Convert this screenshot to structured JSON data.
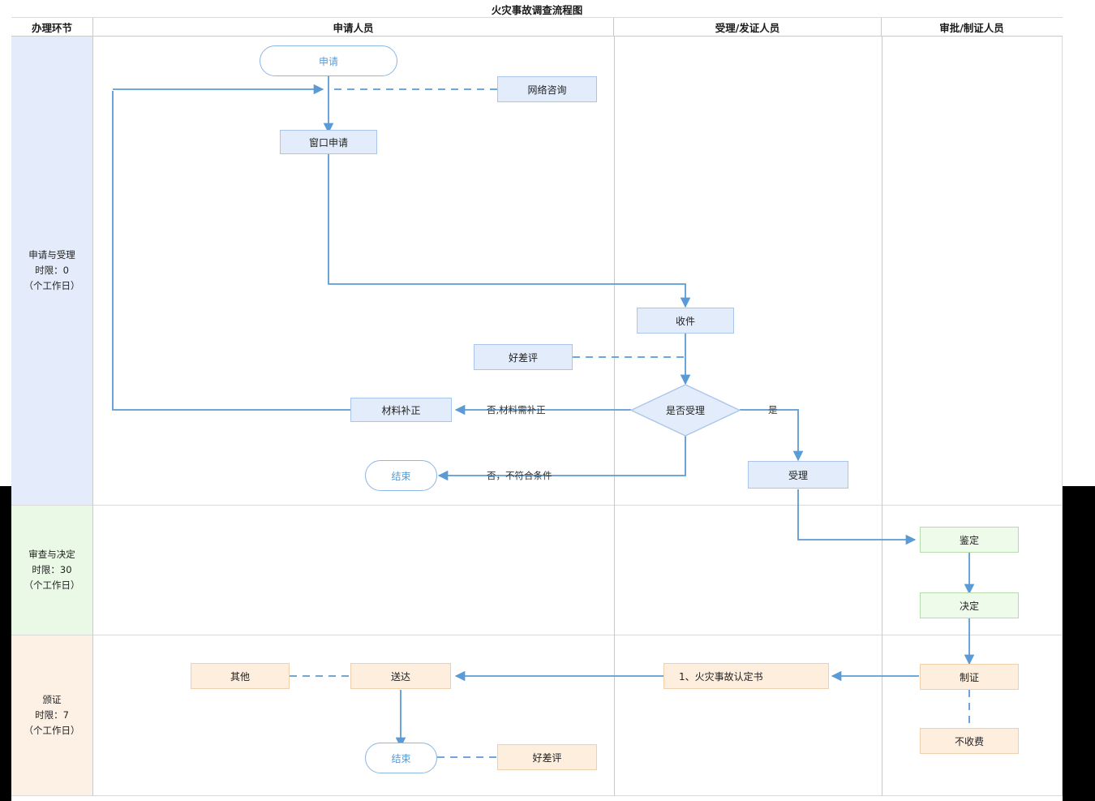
{
  "diagram": {
    "title": "火灾事故调查流程图",
    "columns": [
      {
        "key": "stage",
        "label": "办理环节"
      },
      {
        "key": "applicant",
        "label": "申请人员"
      },
      {
        "key": "acceptance",
        "label": "受理/发证人员"
      },
      {
        "key": "approval",
        "label": "审批/制证人员"
      }
    ],
    "lanes": [
      {
        "name": "申请与受理",
        "limit_line": "时限：0",
        "unit": "（个工作日）",
        "fill": "#e4ecfb"
      },
      {
        "name": "审查与决定",
        "limit_line": "时限：30",
        "unit": "（个工作日）",
        "fill": "#eaf8e6"
      },
      {
        "name": "颁证",
        "limit_line": "时限：7",
        "unit": "（个工作日）",
        "fill": "#fdf0e4"
      }
    ],
    "nodes": [
      {
        "id": "start",
        "label": "申请",
        "shape": "terminator",
        "lane": 0,
        "column": "applicant"
      },
      {
        "id": "online",
        "label": "网络咨询",
        "shape": "rect",
        "lane": 0,
        "column": "applicant"
      },
      {
        "id": "window",
        "label": "窗口申请",
        "shape": "rect",
        "lane": 0,
        "column": "applicant"
      },
      {
        "id": "receive",
        "label": "收件",
        "shape": "rect",
        "lane": 0,
        "column": "acceptance"
      },
      {
        "id": "review1",
        "label": "好差评",
        "shape": "rect",
        "lane": 0,
        "column": "applicant"
      },
      {
        "id": "decide",
        "label": "是否受理",
        "shape": "diamond",
        "lane": 0,
        "column": "acceptance"
      },
      {
        "id": "supplement",
        "label": "材料补正",
        "shape": "rect",
        "lane": 0,
        "column": "applicant"
      },
      {
        "id": "end1",
        "label": "结束",
        "shape": "terminator",
        "lane": 0,
        "column": "applicant"
      },
      {
        "id": "accept",
        "label": "受理",
        "shape": "rect",
        "lane": 0,
        "column": "acceptance"
      },
      {
        "id": "appraise",
        "label": "鉴定",
        "shape": "rect",
        "lane": 1,
        "column": "approval"
      },
      {
        "id": "decision",
        "label": "决定",
        "shape": "rect",
        "lane": 1,
        "column": "approval"
      },
      {
        "id": "makecert",
        "label": "制证",
        "shape": "rect",
        "lane": 2,
        "column": "approval"
      },
      {
        "id": "nofee",
        "label": "不收费",
        "shape": "rect",
        "lane": 2,
        "column": "approval"
      },
      {
        "id": "certdoc",
        "label": "1、火灾事故认定书",
        "shape": "rect",
        "lane": 2,
        "column": "acceptance"
      },
      {
        "id": "deliver",
        "label": "送达",
        "shape": "rect",
        "lane": 2,
        "column": "applicant"
      },
      {
        "id": "other",
        "label": "其他",
        "shape": "rect",
        "lane": 2,
        "column": "applicant"
      },
      {
        "id": "end2",
        "label": "结束",
        "shape": "terminator",
        "lane": 2,
        "column": "applicant"
      },
      {
        "id": "review2",
        "label": "好差评",
        "shape": "rect",
        "lane": 2,
        "column": "applicant"
      }
    ],
    "edge_labels": [
      {
        "id": "lbl-no-supplement",
        "text": "否,材料需补正"
      },
      {
        "id": "lbl-yes",
        "text": "是"
      },
      {
        "id": "lbl-no-cond",
        "text": "否，不符合条件"
      }
    ],
    "colors": {
      "node_blue_fill": "#e2ecfb",
      "node_blue_border": "#a9c6ea",
      "node_green_fill": "#eefaea",
      "node_green_border": "#b6dcae",
      "node_orange_fill": "#fdeedd",
      "node_orange_border": "#f0cfae",
      "connector": "#5b9bd5",
      "terminator_text": "#5b9bd5",
      "grid": "#d9d9d9"
    }
  }
}
